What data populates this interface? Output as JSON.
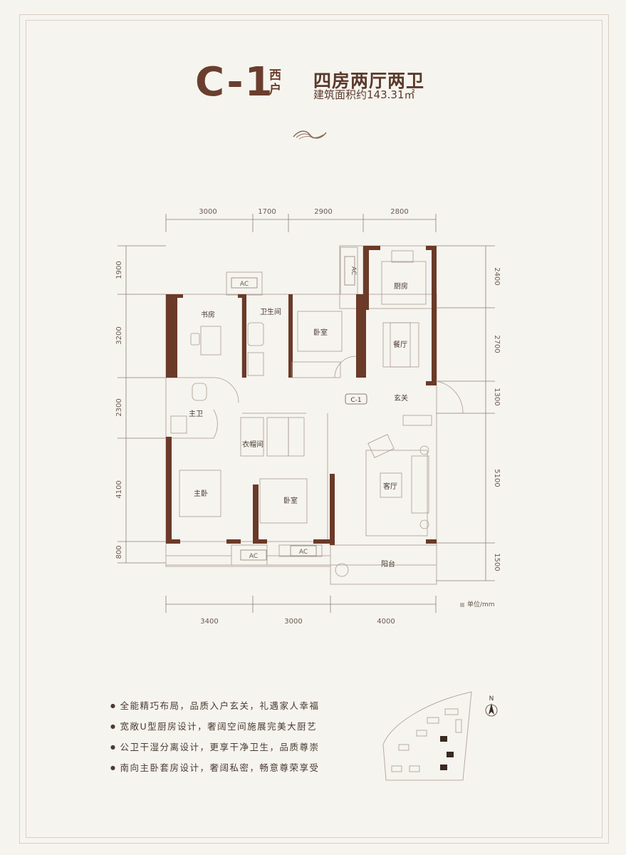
{
  "header": {
    "code": "C-1",
    "orientation": [
      "西",
      "户"
    ],
    "layout_type": "四房两厅两卫",
    "area_text": "建筑面积约143.31㎡"
  },
  "dimensions": {
    "top": [
      "3000",
      "1700",
      "2900",
      "2800"
    ],
    "bottom": [
      "3400",
      "3000",
      "4000"
    ],
    "left": [
      "1900",
      "3200",
      "2300",
      "4100",
      "800"
    ],
    "right": [
      "2400",
      "2700",
      "1300",
      "5100",
      "1500"
    ]
  },
  "rooms": {
    "study": "书房",
    "bath1": "卫生间",
    "bedroom_n": "卧室",
    "kitchen": "厨房",
    "dining": "餐厅",
    "entry": "玄关",
    "master_bath": "主卫",
    "cloakroom": "衣帽间",
    "master_bedroom": "主卧",
    "bedroom_s": "卧室",
    "living": "客厅",
    "balcony": "阳台",
    "unit_tag": "C-1"
  },
  "ac_labels": [
    "AC",
    "AC",
    "AC",
    "AC"
  ],
  "unit": "单位/mm",
  "features": [
    "全能精巧布局，品质入户玄关，礼遇家人幸福",
    "宽敞U型厨房设计，奢阔空间施展完美大厨艺",
    "公卫干湿分离设计，更享干净卫生，品质尊崇",
    "南向主卧套房设计，奢阔私密，畅意尊荣享受"
  ],
  "site_map": {
    "north": "N"
  },
  "colors": {
    "wall": "#6b3a28",
    "line": "#b8aaa0",
    "text": "#5a3a2c",
    "bg": "#f6f4ef"
  }
}
